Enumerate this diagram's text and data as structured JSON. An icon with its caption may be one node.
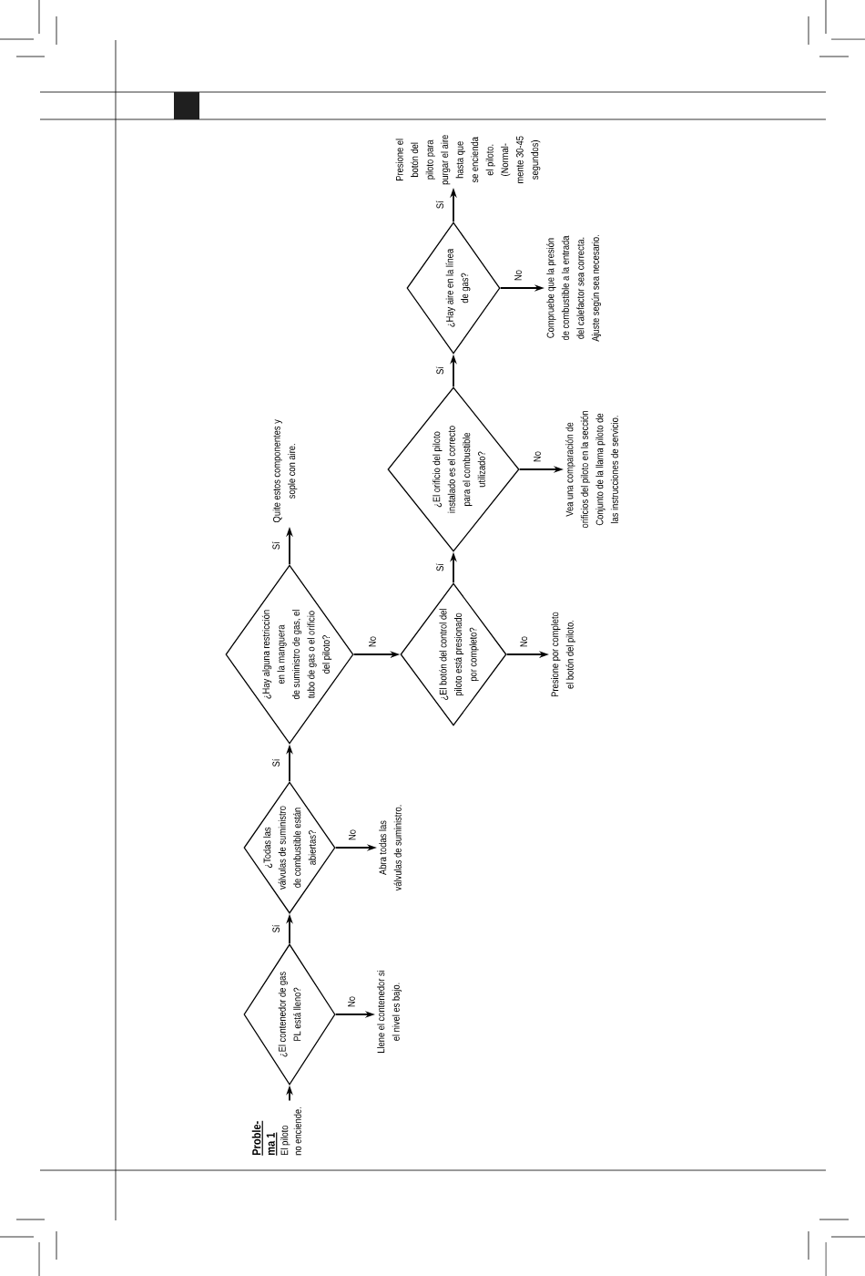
{
  "diagram": {
    "nodes": [
      {
        "text": [
          "Proble- ma 1",
          "El piloto no enciende."
        ]
      },
      {
        "text": [
          "¿El contenedor de gas PL está lleno?"
        ]
      },
      {
        "text": [
          "Llene el contenedor si el nivel es bajo."
        ]
      },
      {
        "text": [
          "¿Todas las válvulas de suministro de combustible están abiertas?"
        ]
      },
      {
        "text": [
          "Abra todas las válvulas de suministro."
        ]
      },
      {
        "text": [
          "¿Hay alguna restricción en la manguera de suministro de gas, el tubo de gas o el orificio del piloto?"
        ]
      },
      {
        "text": [
          "Quite estos componentes y sople con aire."
        ]
      },
      {
        "text": [
          "¿El botón del control del piloto está presionado por completo?"
        ]
      },
      {
        "text": [
          "Presione por completo el botón del piloto."
        ]
      },
      {
        "text": [
          "¿El orificio del piloto instalado es el correcto para el combustible utilizado?"
        ]
      },
      {
        "text": [
          "Vea una comparación de orificios del piloto en la sección Conjunto de la llama piloto de las instrucciones de servicio."
        ]
      },
      {
        "text": [
          "¿Hay aire en la línea de gas?"
        ]
      },
      {
        "text": [
          "Compruebe que la presión de combustible a la entrada del calefactor sea correcta. Ajuste según sea necesario."
        ]
      },
      {
        "text": [
          "Presione el botón del piloto para purgar el aire hasta que se encienda el piloto. (Normal- mente 30-45 segundos)"
        ]
      }
    ],
    "edges": [
      {
        "from": 0,
        "to": 1,
        "arrow": "to"
      },
      {
        "from": 1,
        "to": 2,
        "arrow": "to",
        "label": "No"
      },
      {
        "from": 1,
        "to": 3,
        "arrow": "to",
        "label": "Sí"
      },
      {
        "from": 3,
        "to": 4,
        "arrow": "to",
        "label": "No"
      },
      {
        "from": 3,
        "to": 5,
        "arrow": "to",
        "label": "Sí"
      },
      {
        "from": 5,
        "to": 6,
        "arrow": "to",
        "label": "Sí"
      },
      {
        "from": 5,
        "to": 7,
        "arrow": "to",
        "label": "No"
      },
      {
        "from": 7,
        "to": 8,
        "arrow": "to",
        "label": "No"
      },
      {
        "from": 7,
        "to": 9,
        "arrow": "to",
        "label": "Sí"
      },
      {
        "from": 9,
        "to": 10,
        "arrow": "to",
        "label": "No"
      },
      {
        "from": 9,
        "to": 11,
        "arrow": "to",
        "label": "Sí"
      },
      {
        "from": 11,
        "to": 12,
        "arrow": "to",
        "label": "No"
      },
      {
        "from": 11,
        "to": 13,
        "arrow": "to",
        "label": "Sí"
      }
    ]
  }
}
